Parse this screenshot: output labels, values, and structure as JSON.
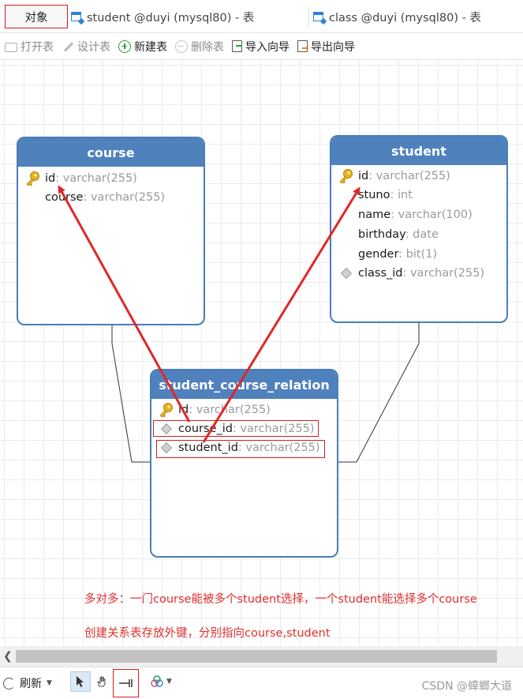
{
  "tabs": [
    {
      "label": "对象",
      "active": true
    },
    {
      "label": "student @duyi (mysql80) - 表",
      "icon": "table-edit-icon"
    },
    {
      "label": "class @duyi (mysql80) - 表",
      "icon": "table-edit-icon"
    }
  ],
  "toolbar": {
    "open_table": "打开表",
    "design_table": "设计表",
    "new_table": "新建表",
    "delete_table": "删除表",
    "import_wizard": "导入向导",
    "export_wizard": "导出向导"
  },
  "entities": {
    "course": {
      "title": "course",
      "fields": [
        {
          "name": "id",
          "type": ": varchar(255)",
          "key": "primary"
        },
        {
          "name": "course",
          "type": ": varchar(255)",
          "key": "none"
        }
      ]
    },
    "student": {
      "title": "student",
      "fields": [
        {
          "name": "id",
          "type": ": varchar(255)",
          "key": "primary"
        },
        {
          "name": "stuno",
          "type": ": int",
          "key": "none"
        },
        {
          "name": "name",
          "type": ": varchar(100)",
          "key": "none"
        },
        {
          "name": "birthday",
          "type": ": date",
          "key": "none"
        },
        {
          "name": "gender",
          "type": ": bit(1)",
          "key": "none"
        },
        {
          "name": "class_id",
          "type": ": varchar(255)",
          "key": "foreign"
        }
      ]
    },
    "relation": {
      "title": "student_course_relation",
      "fields": [
        {
          "name": "id",
          "type": ": varchar(255)",
          "key": "primary"
        },
        {
          "name": "course_id",
          "type": ": varchar(255)",
          "key": "foreign"
        },
        {
          "name": "student_id",
          "type": ": varchar(255)",
          "key": "foreign"
        }
      ]
    }
  },
  "annotations": {
    "note1": "多对多：一门course能被多个student选择，一个student能选择多个course",
    "note2": "创建关系表存放外键，分别指向course,student"
  },
  "bottombar": {
    "refresh": "刷新",
    "watermark": "CSDN @蟑螂大道"
  },
  "colors": {
    "entity_header": "#4f81bd",
    "annotation_red": "#e03030",
    "key_gold": "#e8b21f"
  }
}
